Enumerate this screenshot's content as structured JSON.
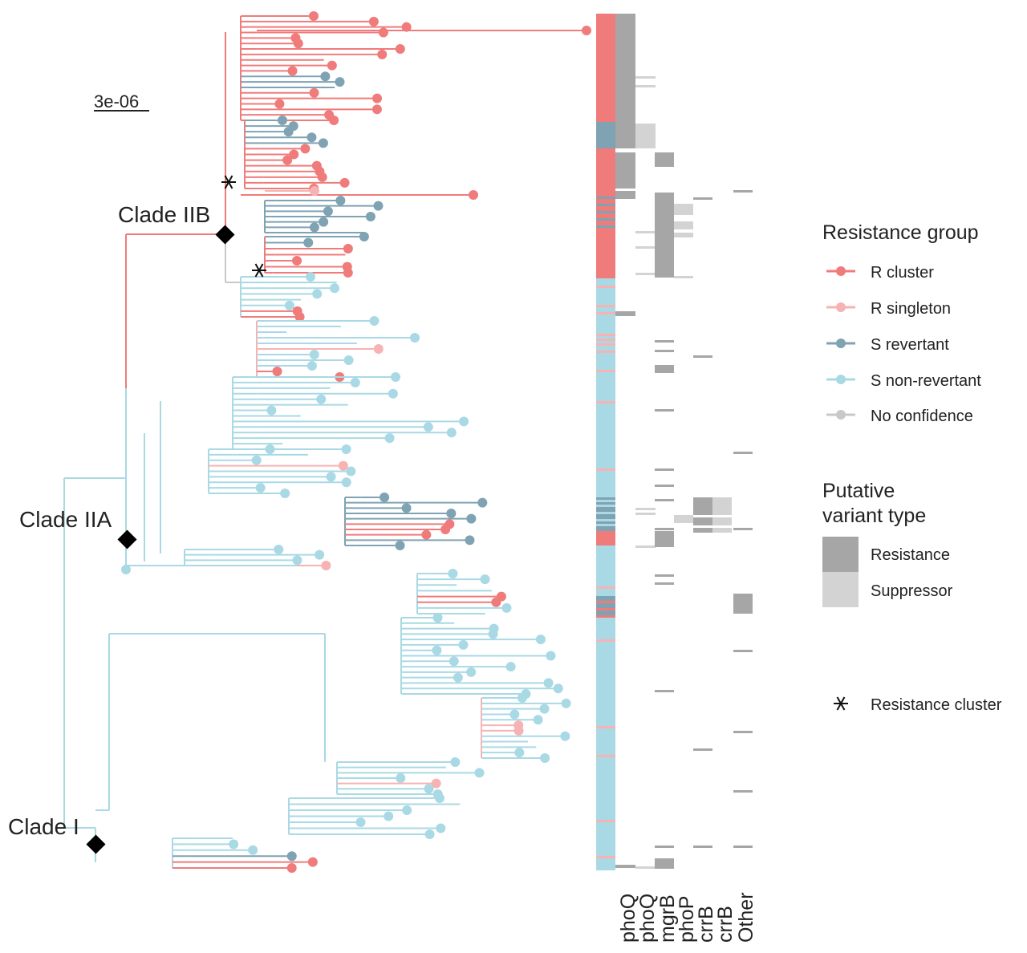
{
  "scale_bar": {
    "label": "3e-06"
  },
  "clades": [
    {
      "id": "clade-IIB",
      "label": "Clade IIB"
    },
    {
      "id": "clade-IIA",
      "label": "Clade IIA"
    },
    {
      "id": "clade-I",
      "label": "Clade I"
    }
  ],
  "heatmap_columns": [
    "phoQ",
    "phoQ",
    "mgrB",
    "phoP",
    "crrB",
    "crrB",
    "Other"
  ],
  "legend": {
    "resistance_group": {
      "title": "Resistance group",
      "items": [
        {
          "label": "R cluster",
          "color": "#f07b7b"
        },
        {
          "label": "R singleton",
          "color": "#f7b3b3"
        },
        {
          "label": "S revertant",
          "color": "#7fa3b3"
        },
        {
          "label": "S non-revertant",
          "color": "#a9d9e4"
        },
        {
          "label": "No confidence",
          "color": "#c8c8c8"
        }
      ]
    },
    "variant_type": {
      "title_line1": "Putative",
      "title_line2": "variant type",
      "items": [
        {
          "label": "Resistance",
          "color": "#a6a6a6"
        },
        {
          "label": "Suppressor",
          "color": "#d3d3d3"
        }
      ]
    },
    "cluster_marker": {
      "label": "Resistance cluster",
      "symbol": "asterisk"
    }
  },
  "colors": {
    "r_cluster": "#f07b7b",
    "r_singleton": "#f7b3b3",
    "s_revertant": "#7fa3b3",
    "s_nonrevertant": "#a9d9e4",
    "no_confidence": "#c8c8c8",
    "resistance": "#a6a6a6",
    "suppressor": "#d3d3d3"
  }
}
